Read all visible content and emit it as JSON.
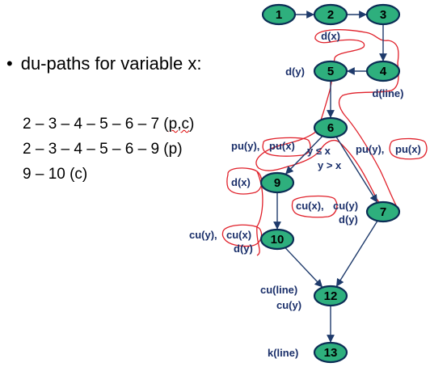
{
  "slide": {
    "bullet_symbol": "•",
    "bullet_text": "du-paths for variable x:",
    "paths": [
      {
        "prefix": "2 – 3 – 4 – 5 – 6 – 7 (",
        "mark": "p,c",
        "suffix": ")"
      },
      {
        "prefix": "2 – 3 – 4 – 5 – 6 – 9 (p)",
        "mark": "",
        "suffix": ""
      },
      {
        "prefix": "9 – 10 (c)",
        "mark": "",
        "suffix": ""
      }
    ]
  },
  "graph": {
    "colors": {
      "node_fill": "#2eaf7d",
      "node_stroke": "#0b2d55",
      "edge": "#1e3a6b",
      "annotation_text": "#1a2f6a",
      "highlight": "#e0202a"
    },
    "nodes": [
      {
        "id": "1",
        "label": "1"
      },
      {
        "id": "2",
        "label": "2"
      },
      {
        "id": "3",
        "label": "3"
      },
      {
        "id": "4",
        "label": "4"
      },
      {
        "id": "5",
        "label": "5"
      },
      {
        "id": "6",
        "label": "6"
      },
      {
        "id": "7",
        "label": "7"
      },
      {
        "id": "9",
        "label": "9"
      },
      {
        "id": "10",
        "label": "10"
      },
      {
        "id": "12",
        "label": "12"
      },
      {
        "id": "13",
        "label": "13"
      }
    ],
    "edges": [
      {
        "from": "1",
        "to": "2"
      },
      {
        "from": "2",
        "to": "3"
      },
      {
        "from": "3",
        "to": "4"
      },
      {
        "from": "4",
        "to": "5"
      },
      {
        "from": "5",
        "to": "6"
      },
      {
        "from": "6",
        "to": "9"
      },
      {
        "from": "6",
        "to": "7"
      },
      {
        "from": "9",
        "to": "10"
      },
      {
        "from": "10",
        "to": "12"
      },
      {
        "from": "7",
        "to": "12"
      },
      {
        "from": "12",
        "to": "13"
      }
    ],
    "annotations": [
      {
        "id": "d-x-2",
        "text": "d(x)"
      },
      {
        "id": "d-y-5",
        "text": "d(y)"
      },
      {
        "id": "d-line-4",
        "text": "d(line)"
      },
      {
        "id": "pu-y-left",
        "text": "pu(y),"
      },
      {
        "id": "pu-x-left",
        "text": "pu(x)"
      },
      {
        "id": "cond-le",
        "text": "y ≤ x"
      },
      {
        "id": "cond-gt",
        "text": "y > x"
      },
      {
        "id": "pu-y-right",
        "text": "pu(y),"
      },
      {
        "id": "pu-x-right",
        "text": "pu(x)"
      },
      {
        "id": "d-x-9",
        "text": "d(x)"
      },
      {
        "id": "cu-x-7",
        "text": "cu(x),"
      },
      {
        "id": "cu-y-7",
        "text": "cu(y)"
      },
      {
        "id": "d-y-7",
        "text": "d(y)"
      },
      {
        "id": "cu-y-10",
        "text": "cu(y),"
      },
      {
        "id": "cu-x-10",
        "text": "cu(x)"
      },
      {
        "id": "d-y-10",
        "text": "d(y)"
      },
      {
        "id": "cu-line-12",
        "text": "cu(line)"
      },
      {
        "id": "cu-y-12",
        "text": "cu(y)"
      },
      {
        "id": "k-line-13",
        "text": "k(line)"
      }
    ]
  }
}
